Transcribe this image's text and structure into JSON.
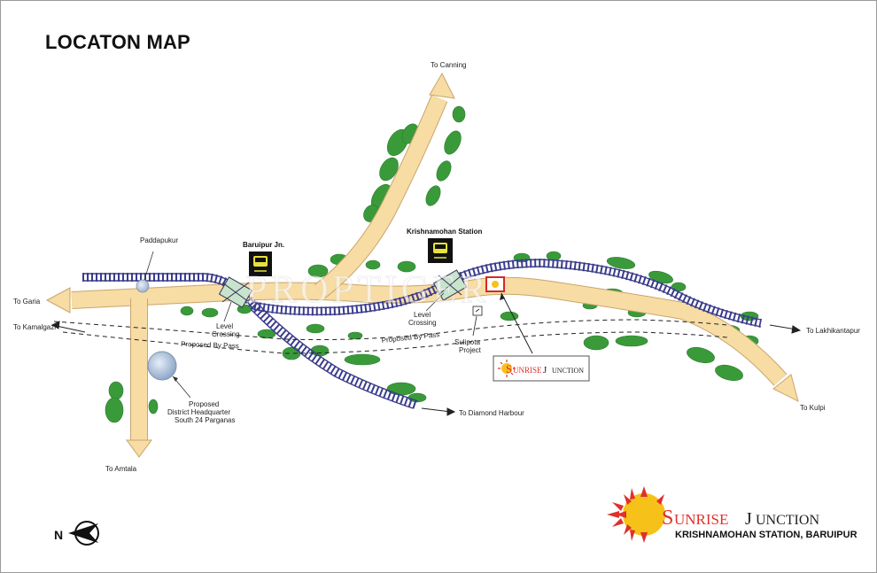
{
  "title": "LOCATON MAP",
  "places": {
    "to_canning": "To Canning",
    "to_garia": "To Garia",
    "to_kamalgazi": "To Kamalgazi",
    "to_amtala": "To Amtala",
    "to_diamond_harbour": "To Diamond Harbour",
    "to_lakhikantapur": "To Lakhikantapur",
    "to_kulpi": "To Kulpi",
    "paddapukur": "Paddapukur",
    "baruipur_jn": "Baruipur Jn.",
    "krishnamohan_station": "Krishnamohan Station",
    "level_crossing_1_l1": "Level",
    "level_crossing_1_l2": "Crossing",
    "level_crossing_2_l1": "Level",
    "level_crossing_2_l2": "Crossing",
    "proposed_bypass_1": "Proposed By Pass",
    "proposed_bypass_2": "Proposed By Pass",
    "sulipota_l1": "Sulipota",
    "sulipota_l2": "Project",
    "dhq_l1": "Proposed",
    "dhq_l2": "District Headquarter",
    "dhq_l3": "South 24 Parganas"
  },
  "callout": {
    "brand_s": "S",
    "brand_rest": "UNRISE",
    "brand_j": " J",
    "brand_unction": "UNCTION"
  },
  "logo": {
    "s": "S",
    "unrise": "UNRISE",
    "j": "J",
    "unction": "UNCTION",
    "subtitle": "KRISHNAMOHAN STATION, BARUIPUR"
  },
  "compass": {
    "north": "N"
  },
  "watermark": "PROPTIGER",
  "colors": {
    "road": "#f7dca4",
    "road_edge": "#c9a56b",
    "rail": "#3b3c8c",
    "tree": "#3a9a3a",
    "logo_red": "#e0302a",
    "logo_yellow": "#f6c21a"
  }
}
